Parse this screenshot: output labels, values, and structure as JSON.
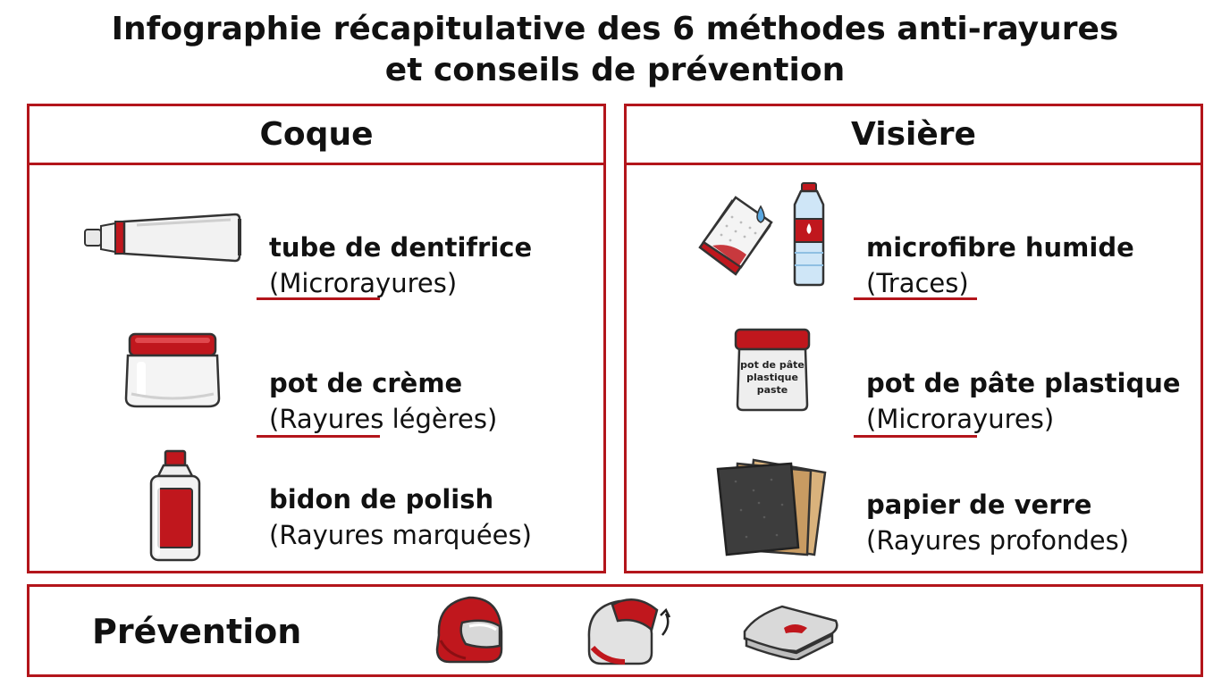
{
  "title": {
    "line1": "Infographie récapitulative des 6 méthodes anti-rayures",
    "line2": "et conseils de prévention"
  },
  "colors": {
    "accent": "#b3151b"
  },
  "coque": {
    "heading": "Coque",
    "items": [
      {
        "label": "tube de dentifrice",
        "sub": "(Microrayures)",
        "icon": "toothpaste-tube-icon"
      },
      {
        "label": "pot de crème",
        "sub": "(Rayures légères)",
        "icon": "cream-jar-icon"
      },
      {
        "label": "bidon de polish",
        "sub": "(Rayures marquées)",
        "icon": "polish-bottle-icon"
      }
    ]
  },
  "visiere": {
    "heading": "Visière",
    "items": [
      {
        "label": "microfibre humide",
        "sub": "(Traces)",
        "icon": "wet-microfiber-icon"
      },
      {
        "label": "pot de pâte plastique",
        "sub": "(Microrayures)",
        "icon": "plastic-paste-jar-icon",
        "jar_text": [
          "pot de pâte",
          "plastique",
          "paste"
        ]
      },
      {
        "label": "papier de verre",
        "sub": "(Rayures profondes)",
        "icon": "sandpaper-icon"
      }
    ]
  },
  "prevention": {
    "heading": "Prévention",
    "icons": [
      "helmet-icon",
      "open-visor-helmet-icon",
      "folded-cloth-icon"
    ]
  }
}
